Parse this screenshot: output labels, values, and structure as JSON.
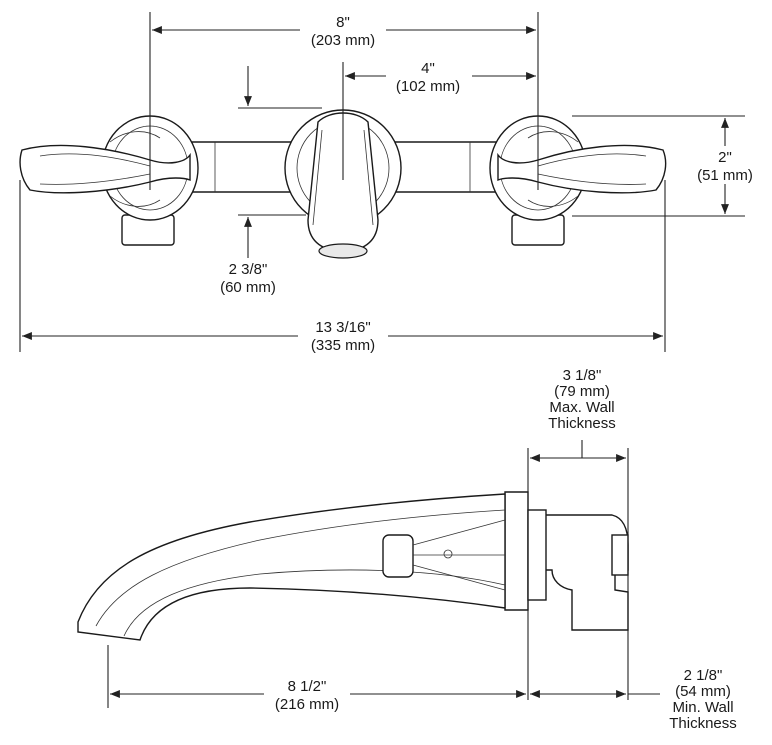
{
  "dimensions": {
    "handle_spacing": {
      "imperial": "8\"",
      "metric": "(203 mm)"
    },
    "handle_to_spout": {
      "imperial": "4\"",
      "metric": "(102 mm)"
    },
    "spout_height": {
      "imperial": "2 3/8\"",
      "metric": "(60 mm)"
    },
    "escutcheon_height": {
      "imperial": "2\"",
      "metric": "(51 mm)"
    },
    "overall_width": {
      "imperial": "13 3/16\"",
      "metric": "(335 mm)"
    },
    "max_wall": {
      "imperial": "3 1/8\"",
      "metric": "(79 mm)",
      "label1": "Max. Wall",
      "label2": "Thickness"
    },
    "spout_reach": {
      "imperial": "8 1/2\"",
      "metric": "(216 mm)"
    },
    "min_wall": {
      "imperial": "2 1/8\"",
      "metric": "(54 mm)",
      "label1": "Min. Wall",
      "label2": "Thickness"
    }
  },
  "colors": {
    "line": "#222222",
    "text": "#1a1a1a",
    "background": "#ffffff"
  }
}
